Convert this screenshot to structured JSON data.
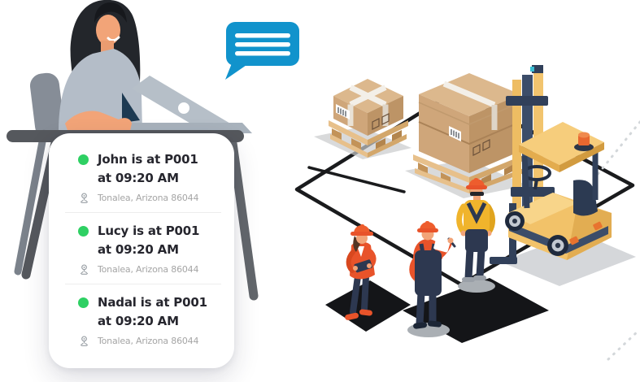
{
  "notifications_card": {
    "items": [
      {
        "status": "online",
        "line1": "John is at P001",
        "line2": "at 09:20 AM",
        "location": "Tonalea, Arizona 86044"
      },
      {
        "status": "online",
        "line1": "Lucy is at P001",
        "line2": "at 09:20 AM",
        "location": "Tonalea, Arizona 86044"
      },
      {
        "status": "online",
        "line1": "Nadal is at P001",
        "line2": "at 09:20 AM",
        "location": "Tonalea, Arizona 86044"
      }
    ],
    "status_dot_color": "#2ed063",
    "title_color": "#26262e",
    "muted_color": "#a5a5a5"
  },
  "chat_bubble": {
    "icon": "chat-bubble-icon",
    "color": "#1193cc",
    "line_count": 3
  },
  "icons": {
    "location_pin": "location-pin-icon",
    "status_dot": "status-dot",
    "chat_bubble": "chat-bubble-icon"
  },
  "scene": {
    "left": "woman-working-on-laptop-at-desk",
    "right": "warehouse-pallets-forklift-and-three-workers",
    "accent_orange": "#e8532a",
    "accent_yellow": "#f0b42c",
    "accent_navy": "#2d3850",
    "box_tan": "#cfa67a",
    "route_line": "#1a1b1d"
  }
}
